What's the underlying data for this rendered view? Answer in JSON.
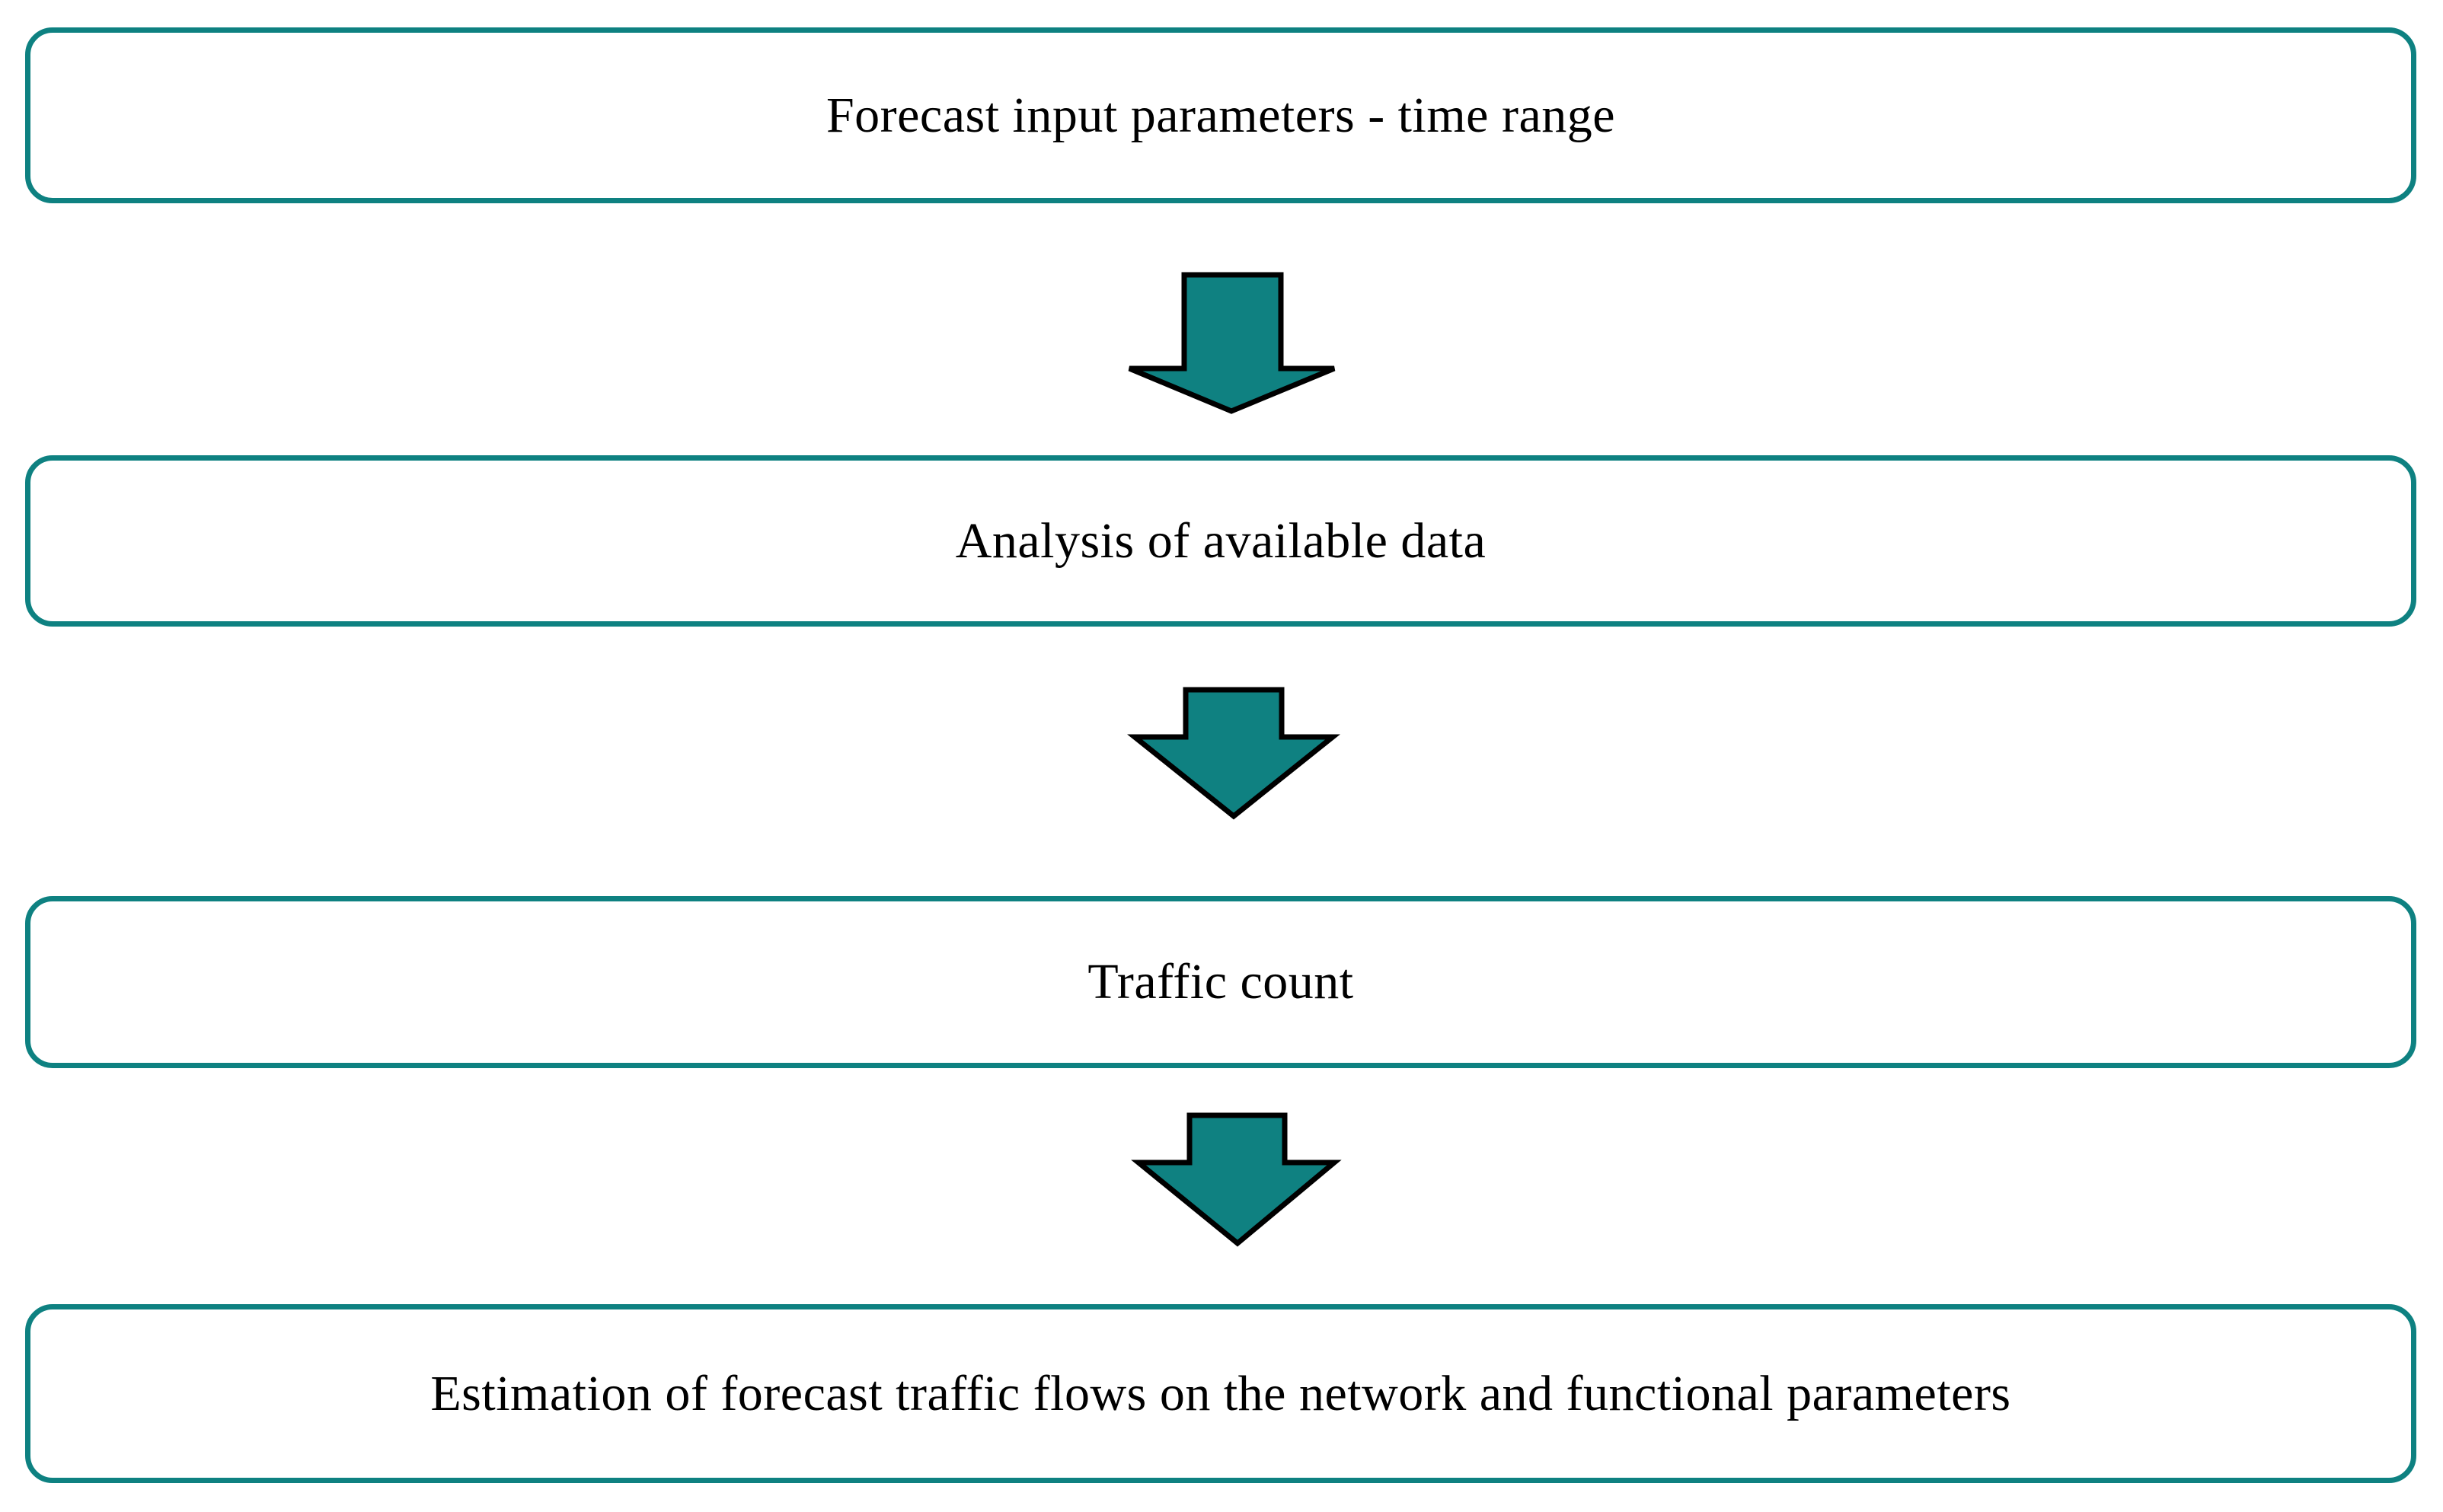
{
  "diagram": {
    "type": "flowchart",
    "direction": "top-down",
    "colors": {
      "background": "#ffffff",
      "box_border": "#0e8181",
      "box_fill": "#ffffff",
      "arrow_fill": "#0f8181",
      "arrow_outline": "#000000",
      "text": "#000000"
    },
    "steps": [
      {
        "label": "Forecast input parameters - time range"
      },
      {
        "label": "Analysis of available data"
      },
      {
        "label": "Traffic count"
      },
      {
        "label": "Estimation of forecast traffic flows on the network and functional parameters"
      }
    ],
    "connectors": [
      {
        "name": "down-arrow",
        "from": 0,
        "to": 1
      },
      {
        "name": "down-arrow",
        "from": 1,
        "to": 2
      },
      {
        "name": "down-arrow",
        "from": 2,
        "to": 3
      }
    ]
  }
}
